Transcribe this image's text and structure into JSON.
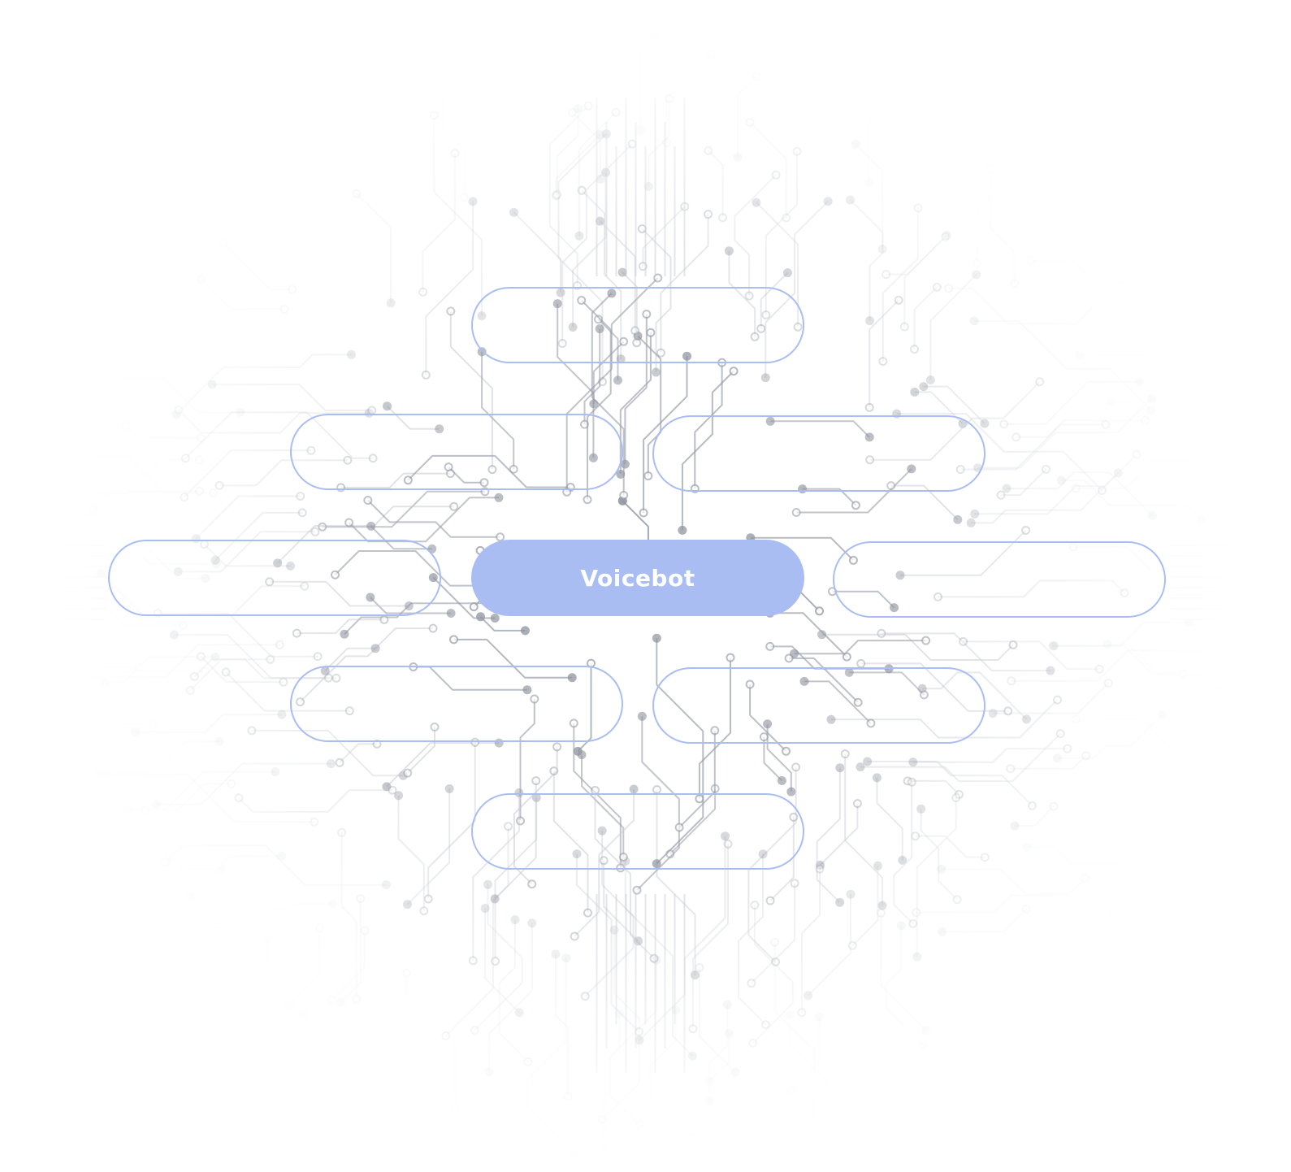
{
  "diagram": {
    "center": {
      "label": "Voicebot"
    },
    "nodes": [
      {
        "id": "node-top",
        "label": ""
      },
      {
        "id": "node-upper-left",
        "label": ""
      },
      {
        "id": "node-upper-right",
        "label": ""
      },
      {
        "id": "node-left",
        "label": ""
      },
      {
        "id": "node-right",
        "label": ""
      },
      {
        "id": "node-lower-left",
        "label": ""
      },
      {
        "id": "node-lower-right",
        "label": ""
      },
      {
        "id": "node-bottom",
        "label": ""
      }
    ]
  },
  "colors": {
    "accent": "#a9bdf2",
    "trace": "#c4c8d0",
    "trace_dark": "#9aa0aa",
    "pad_fill": "#8d939d",
    "background": "#ffffff"
  },
  "background_pattern": "circuit-board"
}
